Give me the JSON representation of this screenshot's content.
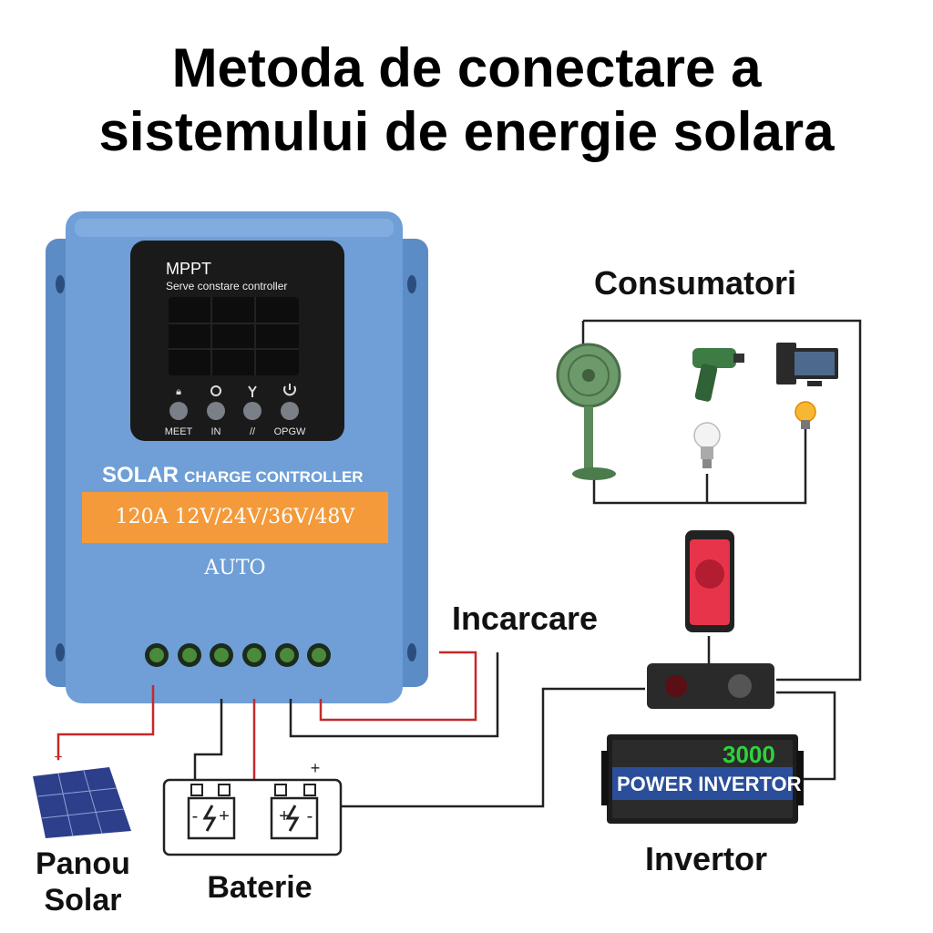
{
  "title": {
    "line1": "Metoda de conectare a",
    "line2": "sistemului de energie solara"
  },
  "labels": {
    "consumers": "Consumatori",
    "charging": "Incarcare",
    "solar_panel_line1": "Panou",
    "solar_panel_line2": "Solar",
    "battery": "Baterie",
    "inverter": "Invertor"
  },
  "controller": {
    "screen_brand": "MPPT",
    "screen_subtitle": "Serve constare controller",
    "buttons": [
      "MEET",
      "IN",
      "//",
      "OPGW"
    ],
    "title_big": "SOLAR",
    "title_small": "CHARGE CONTROLLER",
    "spec_band": "120A 12V/24V/36V/48V AUTO",
    "body_color": "#6f9fd6",
    "band_color": "#f49a3a"
  },
  "inverter_device": {
    "watt": "3000",
    "name": "POWER INVERTOR"
  },
  "battery_symbols": {
    "plus": "+",
    "minus": "-"
  },
  "wire_colors": {
    "positive": "#c62828",
    "negative": "#222222"
  },
  "icons": [
    "fan-icon",
    "drill-icon",
    "monitor-icon",
    "light-bulb-icon",
    "smartphone-icon",
    "solar-panel-icon"
  ]
}
